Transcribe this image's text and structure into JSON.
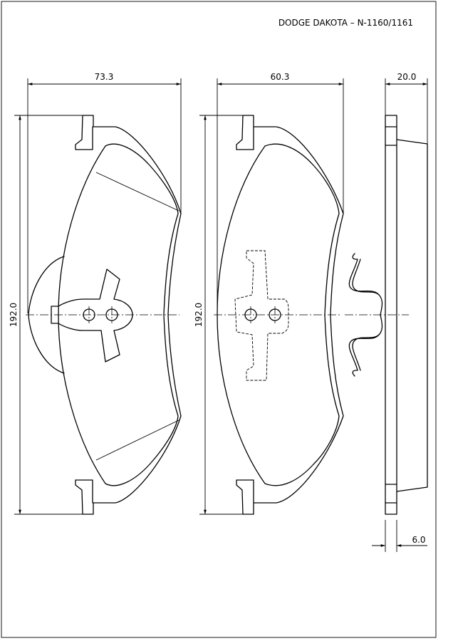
{
  "title": "DODGE DAKOTA  –  N-1160/1161",
  "dimensions": {
    "pad_width": "73.3",
    "backplate_width": "60.3",
    "thickness": "20.0",
    "height_left": "192.0",
    "height_right": "192.0",
    "plate_thickness": "6.0"
  }
}
